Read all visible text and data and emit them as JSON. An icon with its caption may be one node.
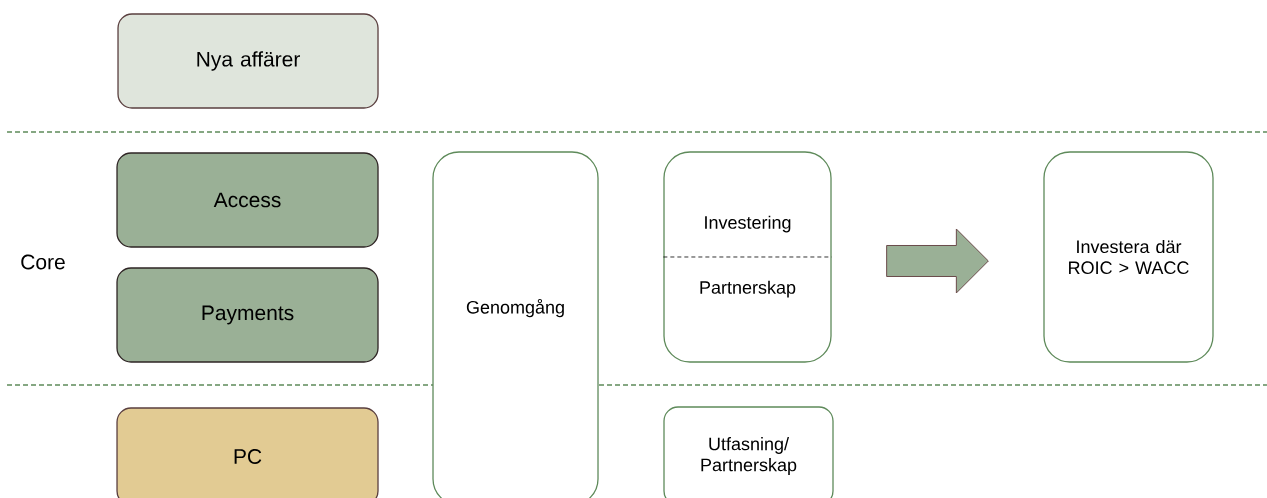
{
  "diagram": {
    "nodes": [
      {
        "text": [
          "Nya affärer"
        ]
      },
      {
        "text": [
          "Access"
        ]
      },
      {
        "text": [
          "Payments"
        ]
      },
      {
        "text": [
          "PC"
        ]
      },
      {
        "text": [
          "Genomgång"
        ]
      },
      {
        "text": [
          "Investering",
          "Partnerskap"
        ]
      },
      {
        "text": [
          "Utfasning/ Partnerskap"
        ]
      },
      {
        "text": [
          "Investera där ROIC > WACC"
        ]
      }
    ],
    "edges": [
      {
        "from": 5,
        "to": 7,
        "arrow": "to"
      }
    ],
    "labels": [
      "Core"
    ]
  }
}
